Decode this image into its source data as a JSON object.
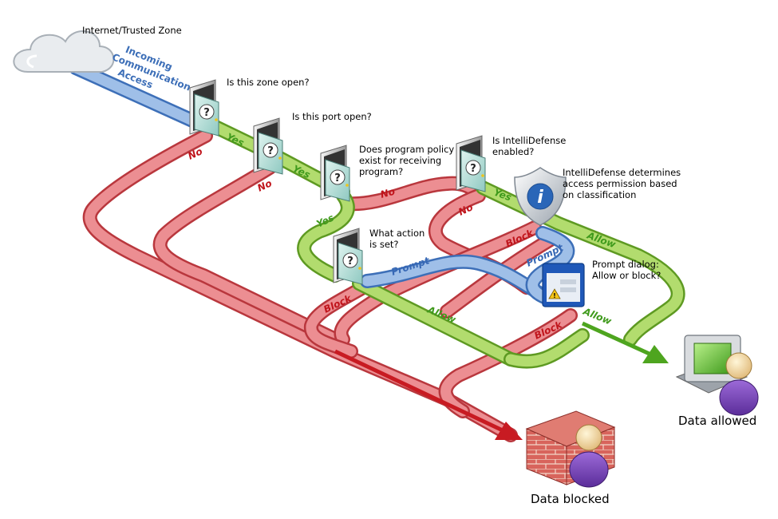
{
  "source_label": "Internet/Trusted Zone",
  "access_label": [
    "Incoming",
    "Communication",
    "Access"
  ],
  "questions": {
    "zone": "Is this zone open?",
    "port": "Is this port open?",
    "policy": [
      "Does program policy",
      "exist for receiving",
      "program?"
    ],
    "intellidefense": [
      "Is IntelliDefense",
      "enabled?"
    ],
    "action": [
      "What action",
      "is set?"
    ],
    "determines": [
      "IntelliDefense determines",
      "access permission based",
      "on classification"
    ],
    "prompt_dialog": [
      "Prompt dialog:",
      "Allow or block?"
    ]
  },
  "path_labels": {
    "yes": "Yes",
    "no": "No",
    "block": "Block",
    "allow": "Allow",
    "prompt": "Prompt"
  },
  "outcomes": {
    "allowed": "Data allowed",
    "blocked": "Data blocked"
  },
  "colors": {
    "red_path": "#e25a5f",
    "green_path": "#8cc63f",
    "blue_path": "#7ea6dd",
    "red_arrow": "#d01e26",
    "green_arrow": "#5cb82a"
  }
}
